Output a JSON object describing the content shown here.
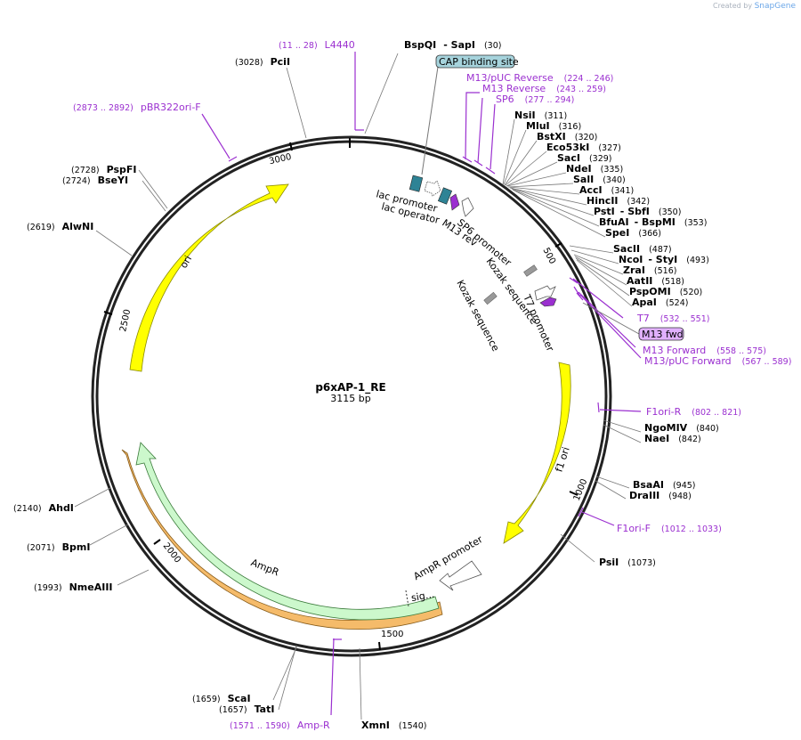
{
  "branding": {
    "created_by": "Created by",
    "app": "SnapGene"
  },
  "map": {
    "name": "p6xAP-1_RE",
    "length": "3115 bp"
  },
  "ticks": [
    "500",
    "1000",
    "1500",
    "2000",
    "2500",
    "3000"
  ],
  "features": {
    "ori": "ori",
    "f1ori": "f1 ori",
    "ampr": "AmpR",
    "sig": "sig...",
    "ampr_promoter": "AmpR promoter",
    "cap": "CAP binding site",
    "lac_promoter": "lac promoter",
    "lac_operator": "lac operator",
    "m13rev": "M13 rev",
    "sp6promoter": "SP6 promoter",
    "kozak1": "Kozak sequence",
    "kozak2": "Kozak sequence",
    "t7promoter": "T7 promoter",
    "m13fwd": "M13 fwd"
  },
  "enzymes": [
    {
      "name": "BspQI",
      "name2": "SapI",
      "pos": "(30)"
    },
    {
      "name": "PciI",
      "pos": "(3028)"
    },
    {
      "name": "NsiI",
      "pos": "(311)"
    },
    {
      "name": "MluI",
      "pos": "(316)"
    },
    {
      "name": "BstXI",
      "pos": "(320)"
    },
    {
      "name": "Eco53kI",
      "pos": "(327)"
    },
    {
      "name": "SacI",
      "pos": "(329)"
    },
    {
      "name": "NdeI",
      "pos": "(335)"
    },
    {
      "name": "SalI",
      "pos": "(340)"
    },
    {
      "name": "AccI",
      "pos": "(341)"
    },
    {
      "name": "HincII",
      "pos": "(342)"
    },
    {
      "name": "PstI",
      "name2": "SbfI",
      "pos": "(350)"
    },
    {
      "name": "BfuAI",
      "name2": "BspMI",
      "pos": "(353)"
    },
    {
      "name": "SpeI",
      "pos": "(366)"
    },
    {
      "name": "SacII",
      "pos": "(487)"
    },
    {
      "name": "NcoI",
      "name2": "StyI",
      "pos": "(493)"
    },
    {
      "name": "ZraI",
      "pos": "(516)"
    },
    {
      "name": "AatII",
      "pos": "(518)"
    },
    {
      "name": "PspOMI",
      "pos": "(520)"
    },
    {
      "name": "ApaI",
      "pos": "(524)"
    },
    {
      "name": "NgoMIV",
      "pos": "(840)"
    },
    {
      "name": "NaeI",
      "pos": "(842)"
    },
    {
      "name": "BsaAI",
      "pos": "(945)"
    },
    {
      "name": "DraIII",
      "pos": "(948)"
    },
    {
      "name": "PsiI",
      "pos": "(1073)"
    },
    {
      "name": "XmnI",
      "pos": "(1540)"
    },
    {
      "name": "ScaI",
      "pos": "(1659)"
    },
    {
      "name": "TatI",
      "pos": "(1657)"
    },
    {
      "name": "NmeAIII",
      "pos": "(1993)"
    },
    {
      "name": "BpmI",
      "pos": "(2071)"
    },
    {
      "name": "AhdI",
      "pos": "(2140)"
    },
    {
      "name": "AlwNI",
      "pos": "(2619)"
    },
    {
      "name": "BseYI",
      "pos": "(2724)"
    },
    {
      "name": "PspFI",
      "pos": "(2728)"
    }
  ],
  "primers": [
    {
      "name": "L4440",
      "range": "(11 .. 28)"
    },
    {
      "name": "pBR322ori-F",
      "range": "(2873 .. 2892)"
    },
    {
      "name": "M13/pUC Reverse",
      "range": "(224 .. 246)"
    },
    {
      "name": "M13 Reverse",
      "range": "(243 .. 259)"
    },
    {
      "name": "SP6",
      "range": "(277 .. 294)"
    },
    {
      "name": "T7",
      "range": "(532 .. 551)"
    },
    {
      "name": "M13 Forward",
      "range": "(558 .. 575)"
    },
    {
      "name": "M13/pUC Forward",
      "range": "(567 .. 589)"
    },
    {
      "name": "F1ori-R",
      "range": "(802 .. 821)"
    },
    {
      "name": "F1ori-F",
      "range": "(1012 .. 1033)"
    },
    {
      "name": "Amp-R",
      "range": "(1571 .. 1590)"
    }
  ],
  "colors": {
    "ori": "#ffff00",
    "f1ori": "#ffff00",
    "ampr": "#ccf8cc",
    "ampr_highlight": "#f5b45a",
    "cap": "#a6d3dc",
    "m13fwd": "#e0b0ff",
    "primer": "#9b30d0",
    "operator": "#2e8395",
    "promoter_m13": "#9b30d0",
    "kozak": "#999999"
  }
}
